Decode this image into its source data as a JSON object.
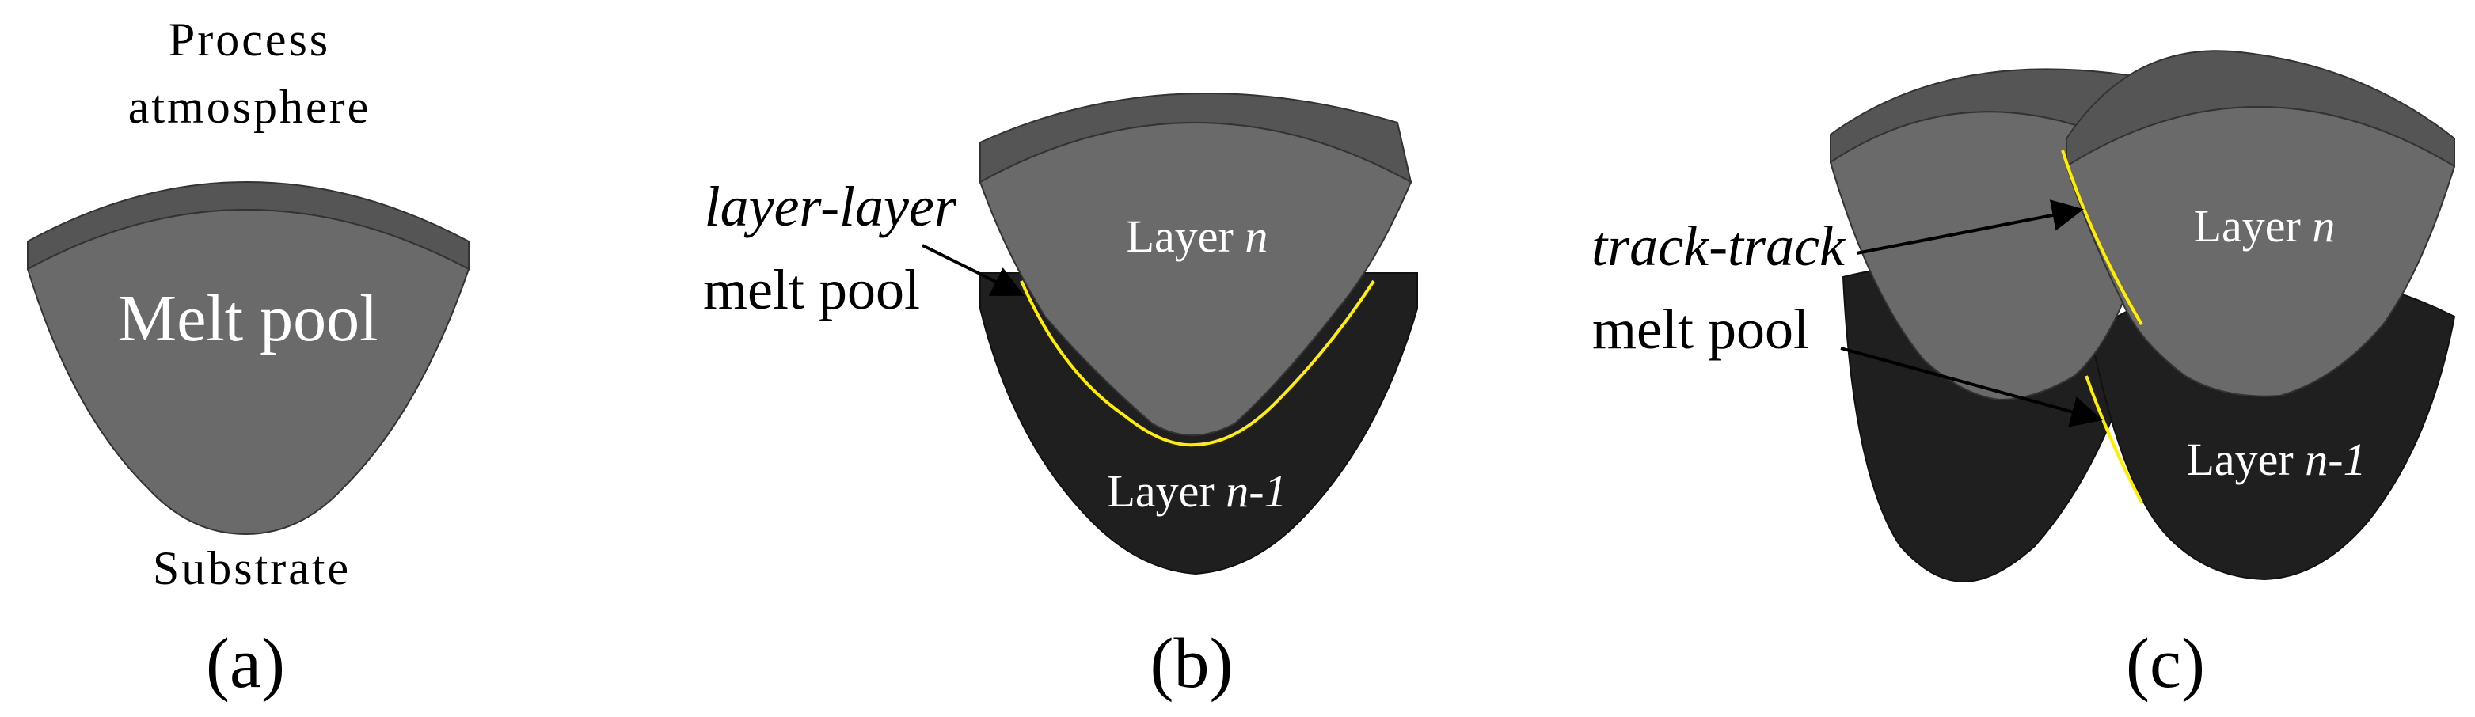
{
  "panel_a": {
    "top_label_line1": "Process",
    "top_label_line2": "atmosphere",
    "shape_label": "Melt pool",
    "bottom_label": "Substrate",
    "caption": "(a)"
  },
  "panel_b": {
    "annotation_line1": "layer-layer",
    "annotation_line2": "melt pool",
    "upper_layer": {
      "prefix": "Layer ",
      "var": "n",
      "suffix": ""
    },
    "lower_layer": {
      "prefix": "Layer ",
      "var": "n",
      "suffix": "-1"
    },
    "caption": "(b)"
  },
  "panel_c": {
    "annotation_line1": "track-track",
    "annotation_line2": "melt pool",
    "upper_layer": {
      "prefix": "Layer ",
      "var": "n",
      "suffix": ""
    },
    "lower_layer": {
      "prefix": "Layer ",
      "var": "n",
      "suffix": "-1"
    },
    "caption": "(c)"
  },
  "colors": {
    "melt_pool_face": "#6a6a6a",
    "melt_pool_top": "#555555",
    "lower_layer_face": "#1f1f1f",
    "boundary": "#ffee00"
  }
}
